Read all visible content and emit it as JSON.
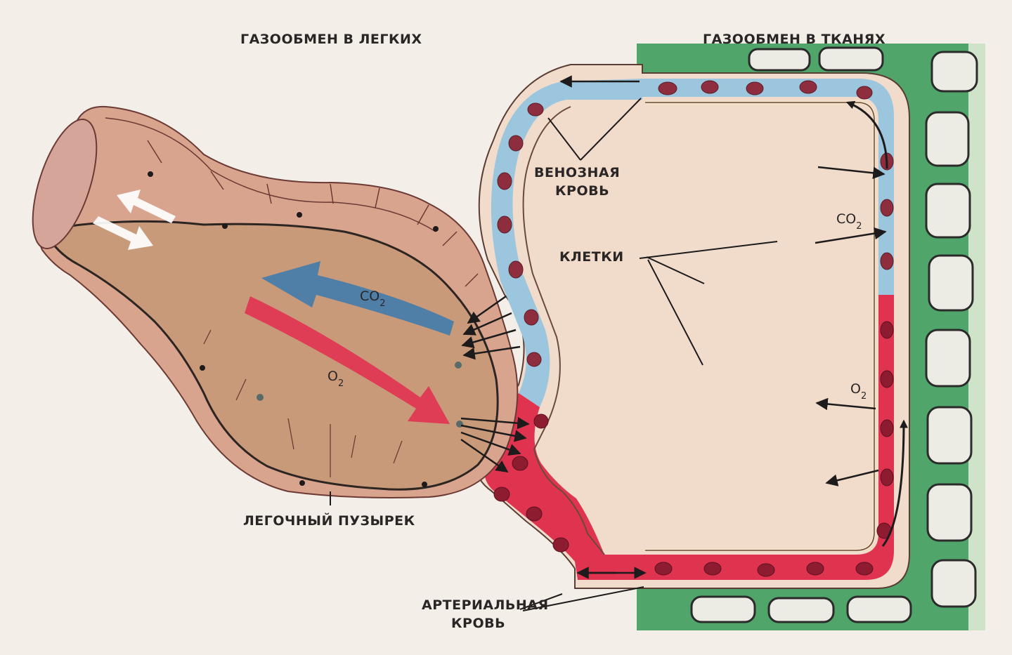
{
  "titles": {
    "lungs": "ГАЗООБМЕН В ЛЕГКИХ",
    "tissues": "ГАЗООБМЕН В ТКАНЯХ"
  },
  "labels": {
    "venous_line1": "ВЕНОЗНАЯ",
    "venous_line2": "КРОВЬ",
    "cells": "КЛЕТКИ",
    "alveolus": "ЛЕГОЧНЫЙ ПУЗЫРЕК",
    "arterial_line1": "АРТЕРИАЛЬНАЯ",
    "arterial_line2": "КРОВЬ"
  },
  "chem": {
    "co2_base": "CO",
    "o2_base": "O",
    "sub": "2"
  },
  "colors": {
    "venous": "#9cc6dd",
    "arterial": "#e0334f",
    "tissue": "#4fa56a",
    "alveolus": "#c99a7a",
    "wall": "#d9a48e",
    "cell": "#ecebe4",
    "co2_arrow": "#4f7fa6",
    "o2_arrow": "#de3d55"
  }
}
